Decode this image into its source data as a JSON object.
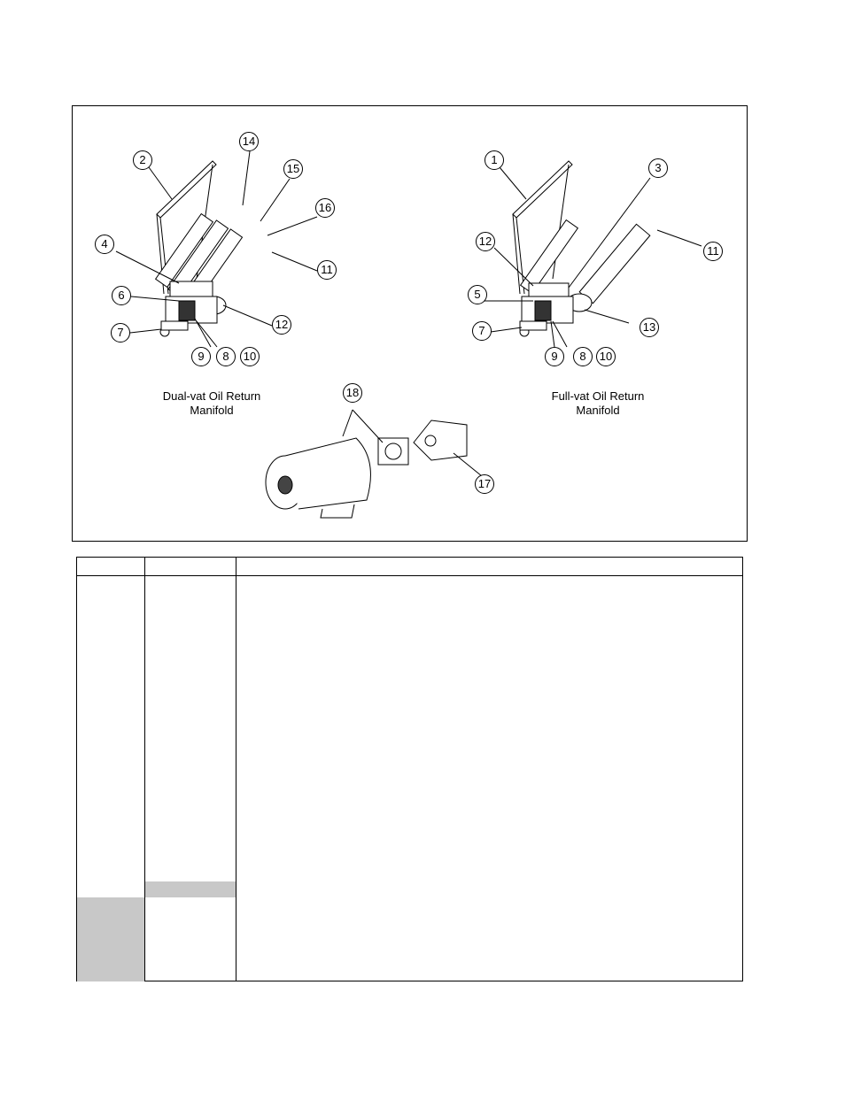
{
  "figure": {
    "captions": {
      "dual_vat": "Dual-vat Oil Return\nManifold",
      "full_vat": "Full-vat Oil Return\nManifold"
    },
    "callouts": {
      "dual": [
        "2",
        "14",
        "15",
        "16",
        "4",
        "11",
        "6",
        "12",
        "7",
        "9",
        "8",
        "10"
      ],
      "full": [
        "1",
        "3",
        "12",
        "11",
        "5",
        "13",
        "7",
        "9",
        "8",
        "10"
      ],
      "motor": [
        "18",
        "17"
      ]
    }
  },
  "table": {
    "headers": [
      "",
      "",
      ""
    ],
    "rows": []
  },
  "colors": {
    "shade": "#c8c8c8",
    "line": "#000000"
  }
}
